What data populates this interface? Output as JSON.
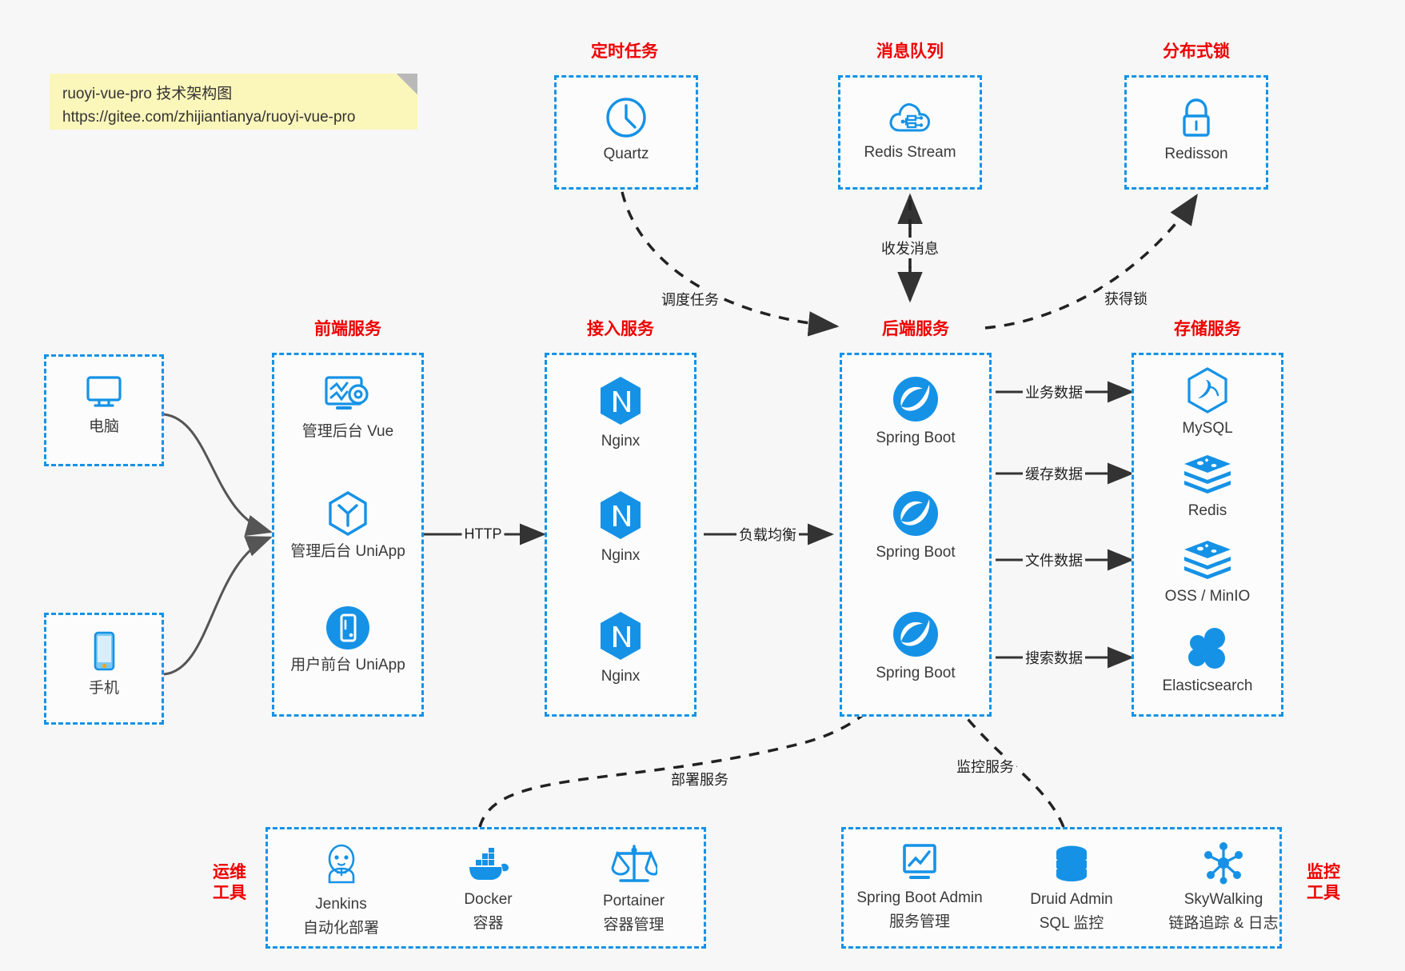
{
  "note": {
    "line1": "ruoyi-vue-pro 技术架构图",
    "line2": "https://gitee.com/zhijiantianya/ruoyi-vue-pro"
  },
  "colors": {
    "accent_blue": "#1592e6",
    "header_red": "#ee0000",
    "background": "#f7f7f7",
    "note_yellow": "#fbf6ba",
    "arrow_dark": "#333333",
    "curve_gray": "#555555"
  },
  "groups": {
    "scheduled_tasks": {
      "title": "定时任务"
    },
    "message_queue": {
      "title": "消息队列"
    },
    "distributed_lock": {
      "title": "分布式锁"
    },
    "frontend": {
      "title": "前端服务"
    },
    "gateway": {
      "title": "接入服务"
    },
    "backend": {
      "title": "后端服务"
    },
    "storage": {
      "title": "存储服务"
    },
    "devops": {
      "title": "运维\n工具",
      "line1": "运维",
      "line2": "工具"
    },
    "monitoring": {
      "title": "监控\n工具",
      "line1": "监控",
      "line2": "工具"
    }
  },
  "nodes": {
    "quartz": {
      "label": "Quartz",
      "icon": "clock-icon"
    },
    "redis_stream": {
      "label": "Redis Stream",
      "icon": "cloud-network-icon"
    },
    "redisson": {
      "label": "Redisson",
      "icon": "lock-icon"
    },
    "computer": {
      "label": "电脑",
      "icon": "desktop-monitor-icon"
    },
    "phone": {
      "label": "手机",
      "icon": "smartphone-icon"
    },
    "admin_vue": {
      "label": "管理后台 Vue",
      "icon": "dashboard-gear-icon"
    },
    "admin_uniapp": {
      "label": "管理后台 UniApp",
      "icon": "hexagon-y-icon"
    },
    "user_uniapp": {
      "label": "用户前台 UniApp",
      "icon": "mobile-circle-icon"
    },
    "nginx_1": {
      "label": "Nginx",
      "icon": "nginx-icon"
    },
    "nginx_2": {
      "label": "Nginx",
      "icon": "nginx-icon"
    },
    "nginx_3": {
      "label": "Nginx",
      "icon": "nginx-icon"
    },
    "springboot_1": {
      "label": "Spring Boot",
      "icon": "spring-leaf-icon"
    },
    "springboot_2": {
      "label": "Spring Boot",
      "icon": "spring-leaf-icon"
    },
    "springboot_3": {
      "label": "Spring Boot",
      "icon": "spring-leaf-icon"
    },
    "mysql": {
      "label": "MySQL",
      "icon": "mysql-dolphin-icon"
    },
    "redis": {
      "label": "Redis",
      "icon": "redis-stack-icon"
    },
    "oss_minio": {
      "label": "OSS / MinIO",
      "icon": "redis-stack-icon"
    },
    "elasticsearch": {
      "label": "Elasticsearch",
      "icon": "elasticsearch-icon"
    },
    "jenkins": {
      "label": "Jenkins",
      "sublabel": "自动化部署",
      "icon": "jenkins-butler-icon"
    },
    "docker": {
      "label": "Docker",
      "sublabel": "容器",
      "icon": "docker-whale-icon"
    },
    "portainer": {
      "label": "Portainer",
      "sublabel": "容器管理",
      "icon": "scales-icon"
    },
    "sba": {
      "label": "Spring Boot Admin",
      "sublabel": "服务管理",
      "icon": "monitor-chart-icon"
    },
    "druid": {
      "label": "Druid Admin",
      "sublabel": "SQL 监控",
      "icon": "database-icon"
    },
    "skywalking": {
      "label": "SkyWalking",
      "sublabel": "链路追踪 & 日志",
      "icon": "skywalking-node-icon"
    }
  },
  "edges": {
    "http": "HTTP",
    "load_balance": "负载均衡",
    "schedule_task": "调度任务",
    "send_recv_msg": "收发消息",
    "acquire_lock": "获得锁",
    "business_data": "业务数据",
    "cache_data": "缓存数据",
    "file_data": "文件数据",
    "search_data": "搜索数据",
    "deploy_service": "部署服务",
    "monitor_service": "监控服务"
  }
}
